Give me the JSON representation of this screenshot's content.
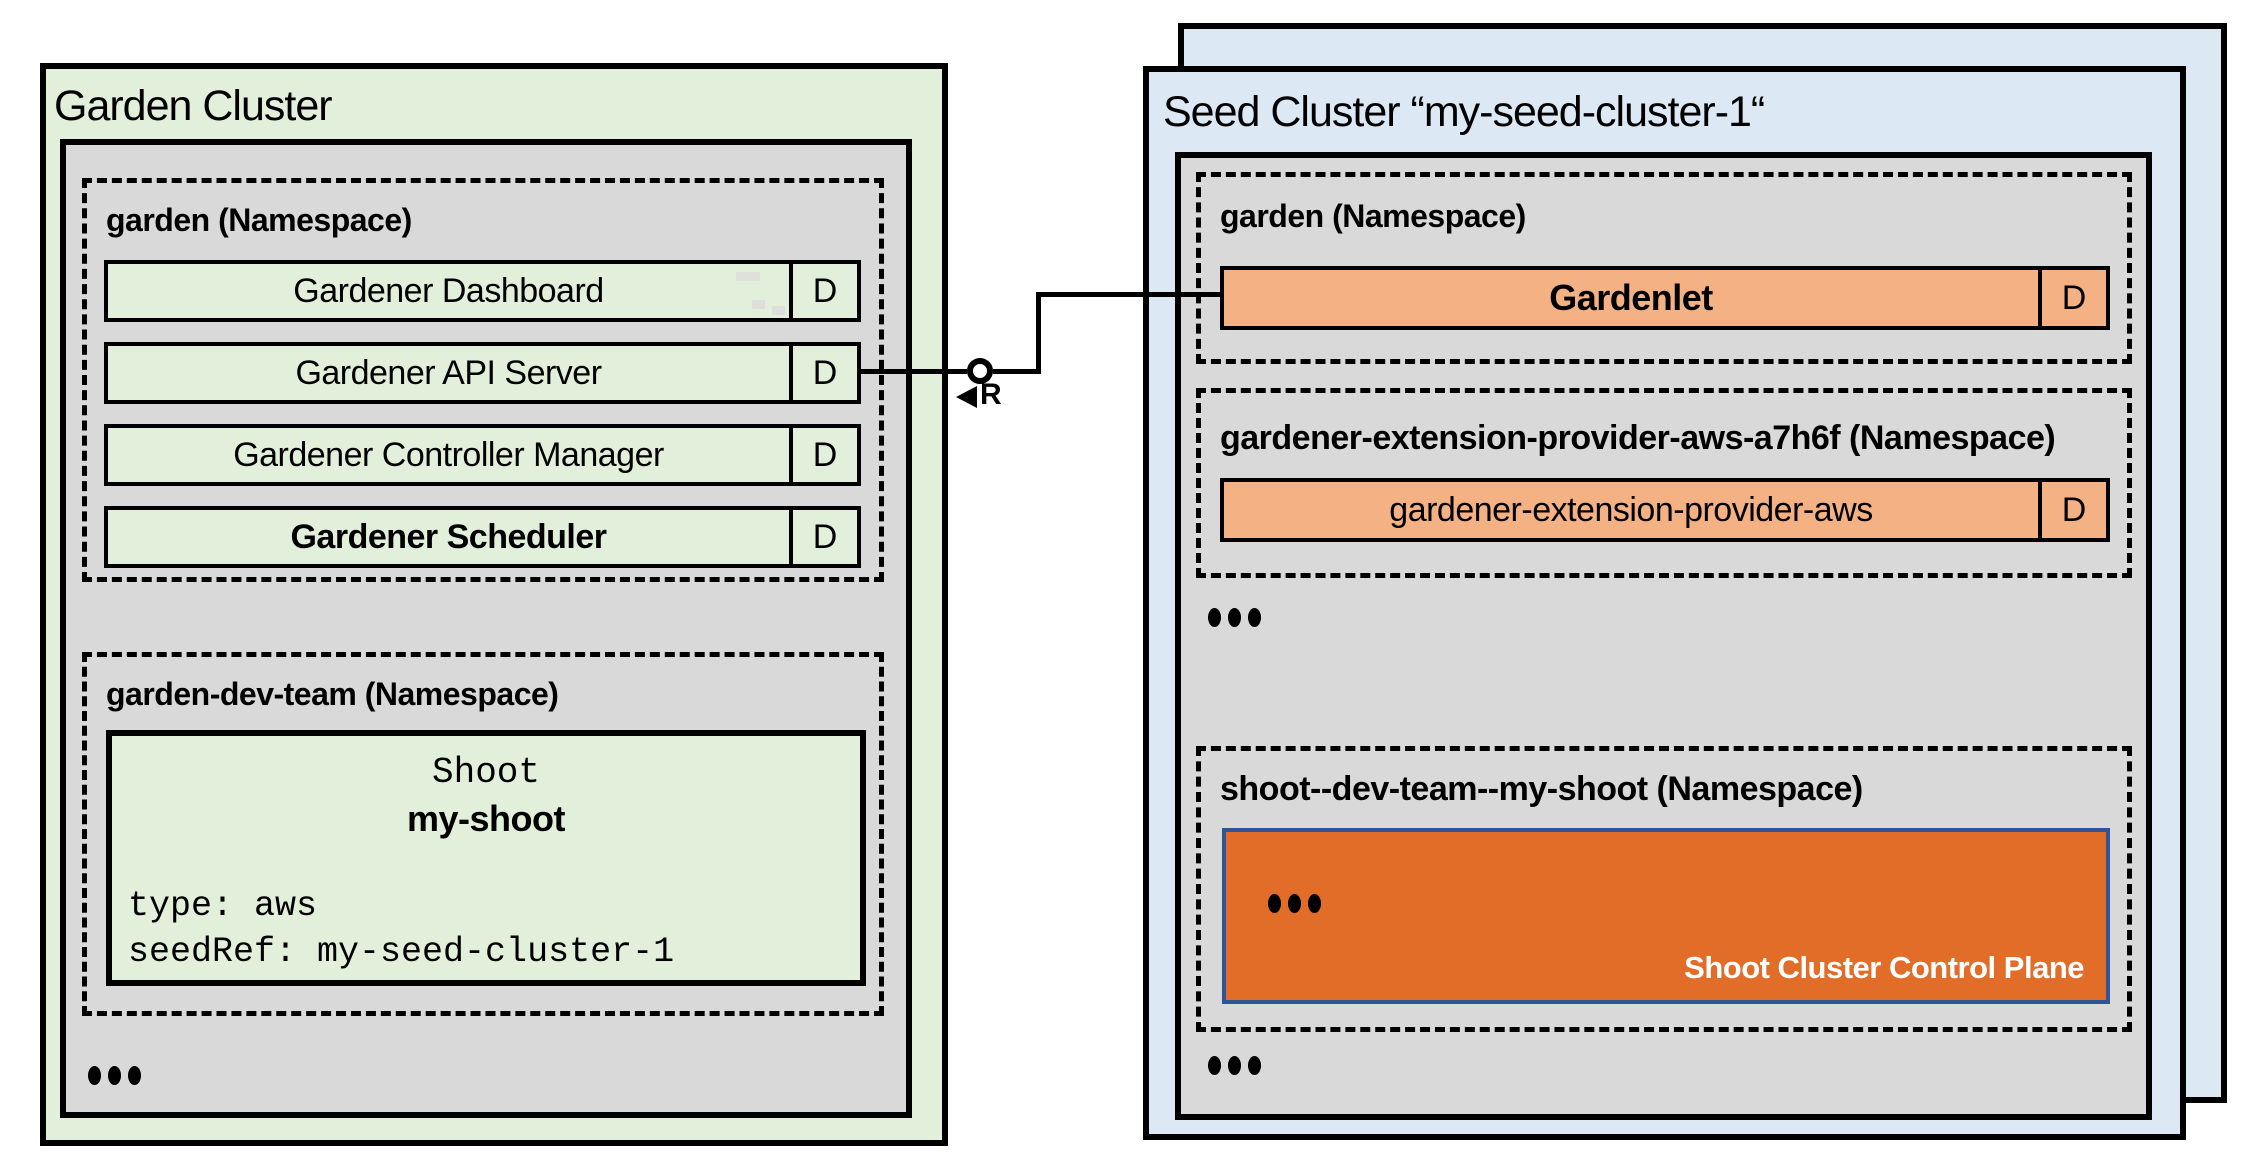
{
  "colors": {
    "garden_cluster_fill": "#e2efda",
    "seed_cluster_fill": "#dce9f5",
    "namespace_area_fill": "#d9d9d9",
    "seed_component_fill": "#f4b183",
    "control_plane_fill": "#e16d28",
    "control_plane_border": "#2f5597",
    "line_color": "#000000"
  },
  "garden_cluster": {
    "title": "Garden Cluster",
    "garden_namespace": {
      "label": "garden (Namespace)",
      "components": [
        {
          "label": "Gardener Dashboard",
          "badge": "D"
        },
        {
          "label": "Gardener API Server",
          "badge": "D"
        },
        {
          "label": "Gardener Controller Manager",
          "badge": "D"
        },
        {
          "label": "Gardener Scheduler",
          "badge": "D"
        }
      ]
    },
    "dev_team_namespace": {
      "label": "garden-dev-team (Namespace)",
      "shoot": {
        "kind": "Shoot",
        "name": "my-shoot",
        "lines": [
          "type: aws",
          "seedRef: my-seed-cluster-1"
        ]
      }
    }
  },
  "connector": {
    "interface_label": "R"
  },
  "seed_cluster": {
    "title": "Seed Cluster “my-seed-cluster-1“",
    "garden_namespace": {
      "label": "garden (Namespace)",
      "component": {
        "label": "Gardenlet",
        "badge": "D"
      }
    },
    "extension_namespace": {
      "label": "gardener-extension-provider-aws-a7h6f (Namespace)",
      "component": {
        "label": "gardener-extension-provider-aws",
        "badge": "D"
      }
    },
    "shoot_namespace": {
      "label": "shoot--dev-team--my-shoot (Namespace)",
      "control_plane": {
        "label": "Shoot Cluster Control Plane"
      }
    }
  }
}
